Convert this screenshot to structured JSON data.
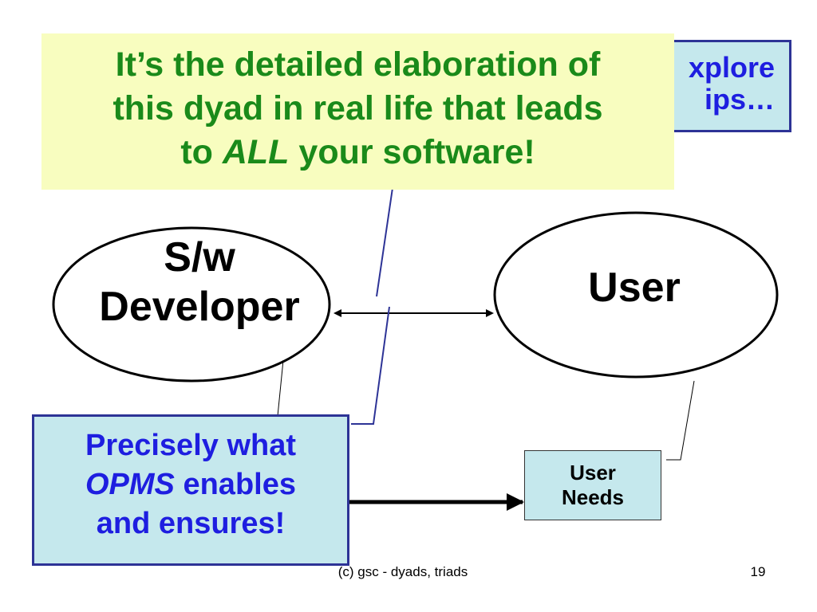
{
  "diagram": {
    "left_node": {
      "line1": "S/w",
      "line2": "Developer"
    },
    "right_node": {
      "label": "User"
    }
  },
  "callouts": {
    "explore": {
      "line1": "xplore",
      "line2": "ips…"
    },
    "opms": {
      "line1": "Precisely what",
      "line2_italic": "OPMS",
      "line2_rest": " enables",
      "line3": "and ensures!"
    },
    "user_needs": {
      "line1": "User",
      "line2": "Needs"
    },
    "yellow_note": {
      "line1": "It’s the detailed elaboration of",
      "line2": "this dyad in real life that leads",
      "line3_pre": "to ",
      "line3_italic": "ALL",
      "line3_post": " your software!"
    }
  },
  "footer": {
    "text": "(c) gsc - dyads, triads",
    "page": "19"
  },
  "colors": {
    "callout_fill": "#c5e8ed",
    "callout_border": "#2d3396",
    "callout_text": "#1e1ee0",
    "note_fill": "#f8fdbf",
    "note_text": "#1a8a1a"
  }
}
